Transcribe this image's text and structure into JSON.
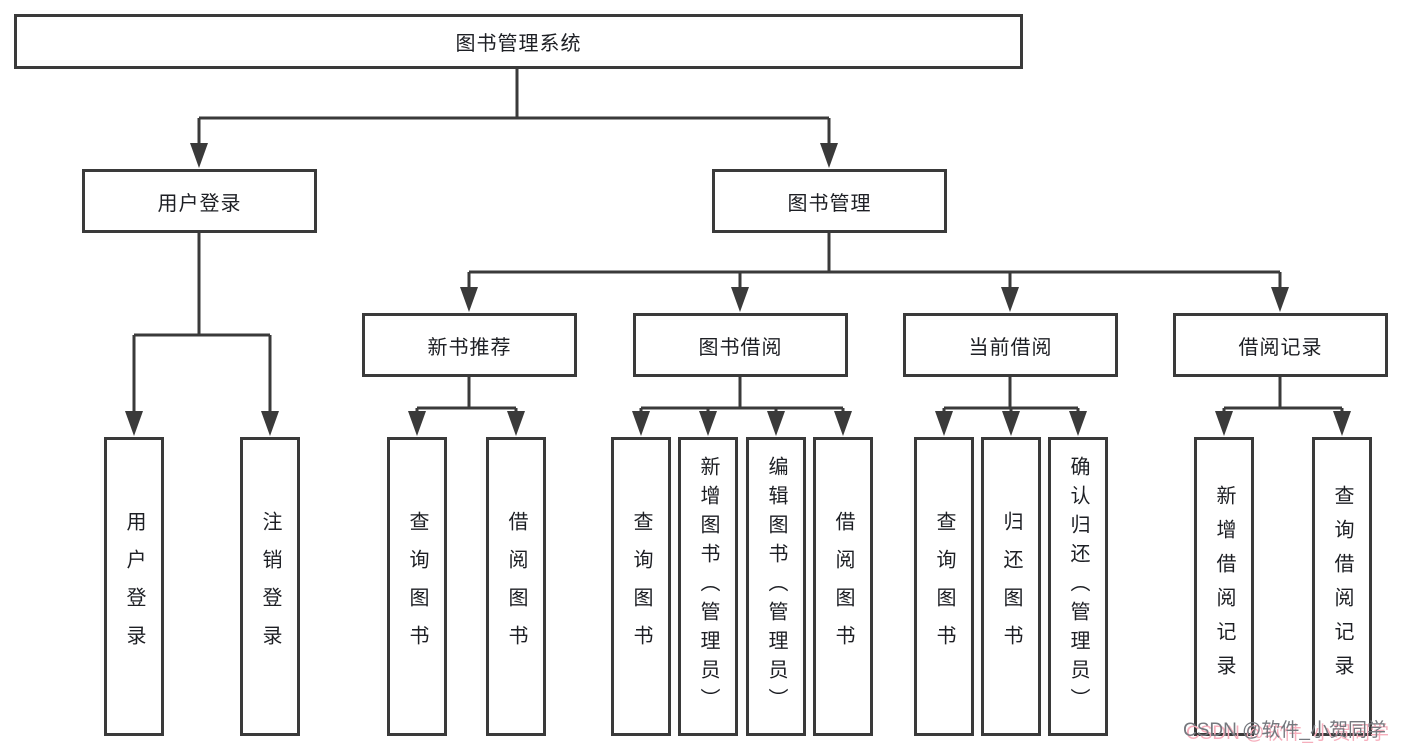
{
  "diagram": {
    "colors": {
      "line": "#3a3a3a",
      "box_border": "#3a3a3a",
      "box_background": "#ffffff",
      "text": "#1d1f24",
      "background": "#ffffff",
      "watermark_text": "#75787e",
      "watermark_shadow": "#f6aebc"
    },
    "root": {
      "label": "图书管理系统",
      "children": [
        {
          "label": "用户登录",
          "children": [
            {
              "label": "用户登录"
            },
            {
              "label": "注销登录"
            }
          ]
        },
        {
          "label": "图书管理",
          "children": [
            {
              "label": "新书推荐",
              "children": [
                {
                  "label": "查询图书"
                },
                {
                  "label": "借阅图书"
                }
              ]
            },
            {
              "label": "图书借阅",
              "children": [
                {
                  "label": "查询图书"
                },
                {
                  "label": "新增图书（管理员）"
                },
                {
                  "label": "编辑图书（管理员）"
                },
                {
                  "label": "借阅图书"
                }
              ]
            },
            {
              "label": "当前借阅",
              "children": [
                {
                  "label": "查询图书"
                },
                {
                  "label": "归还图书"
                },
                {
                  "label": "确认归还（管理员）"
                }
              ]
            },
            {
              "label": "借阅记录",
              "children": [
                {
                  "label": "新增借阅记录"
                },
                {
                  "label": "查询借阅记录"
                }
              ]
            }
          ]
        }
      ]
    },
    "watermark": "CSDN @软件_小贺同学"
  }
}
